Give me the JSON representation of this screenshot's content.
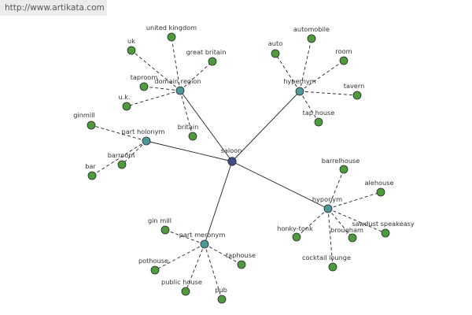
{
  "header": {
    "url": "http://www.artikata.com"
  },
  "colors": {
    "root": "#3d4f86",
    "relation": "#4d9898",
    "term": "#4e9a3d"
  },
  "graph": {
    "root": {
      "id": "saloon",
      "label": "saloon"
    },
    "relations": [
      {
        "id": "domain-region",
        "label": "domain region",
        "terms": [
          "united kingdom",
          "great britain",
          "uk",
          "taproom",
          "u.k.",
          "britain"
        ]
      },
      {
        "id": "hypernym",
        "label": "hypernym",
        "terms": [
          "automobile",
          "auto",
          "room",
          "tavern",
          "tap house"
        ]
      },
      {
        "id": "part-holonym",
        "label": "part holonym",
        "terms": [
          "ginmill",
          "barroom",
          "bar"
        ]
      },
      {
        "id": "hyponym",
        "label": "hyponym",
        "terms": [
          "barrelhouse",
          "alehouse",
          "honky-tonk",
          "brougham",
          "sawdust speakeasy",
          "cocktail lounge"
        ]
      },
      {
        "id": "part-meronym",
        "label": "part meronym",
        "terms": [
          "gin mill",
          "pothouse",
          "taphouse",
          "public house",
          "pub"
        ]
      }
    ]
  }
}
